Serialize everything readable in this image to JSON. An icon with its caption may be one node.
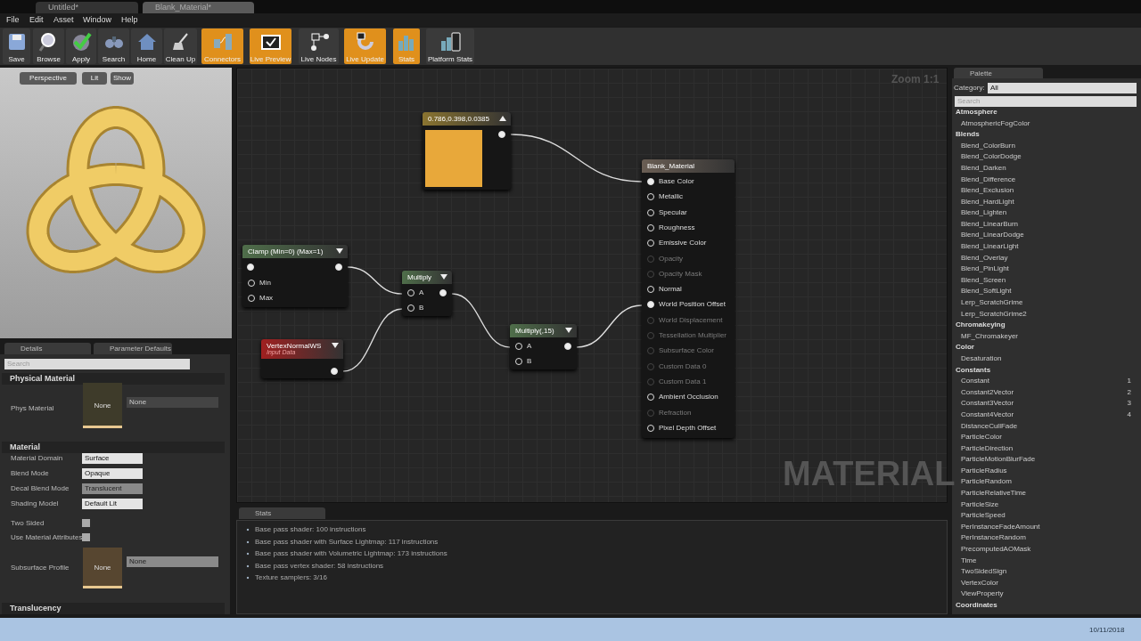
{
  "diagram": {
    "nodes": [
      {
        "text": [
          "0.786,0.398,0.0385"
        ]
      },
      {
        "text": [
          "Clamp (Min=0) (Max=1)",
          "Min",
          "Max"
        ]
      },
      {
        "text": [
          "Multiply",
          "A",
          "B"
        ]
      },
      {
        "text": [
          "VertexNormalWS",
          "Input Data"
        ]
      },
      {
        "text": [
          "Multiply(,15)",
          "A",
          "B"
        ]
      },
      {
        "text": [
          "Blank_Material",
          "Base Color",
          "Metallic",
          "Specular",
          "Roughness",
          "Emissive Color",
          "Opacity",
          "Opacity Mask",
          "Normal",
          "World Position Offset",
          "World Displacement",
          "Tessellation Multiplier",
          "Subsurface Color",
          "Custom Data 0",
          "Custom Data 1",
          "Ambient Occlusion",
          "Refraction",
          "Pixel Depth Offset"
        ]
      }
    ],
    "edges": [
      {
        "from": 0,
        "to": 5,
        "arrow": "none"
      },
      {
        "from": 1,
        "to": 2,
        "arrow": "none"
      },
      {
        "from": 3,
        "to": 2,
        "arrow": "none"
      },
      {
        "from": 2,
        "to": 4,
        "arrow": "none"
      },
      {
        "from": 4,
        "to": 5,
        "arrow": "none"
      }
    ],
    "labels": [
      "Untitled*",
      "Blank_Material*",
      "File",
      "Edit",
      "Asset",
      "Window",
      "Help",
      "Save",
      "Browse",
      "Apply",
      "Search",
      "Home",
      "Clean Up",
      "Connectors",
      "Live Preview",
      "Live Nodes",
      "Live Update",
      "Stats",
      "Platform Stats",
      "Perspective",
      "Lit",
      "Show",
      "Zoom 1:1",
      "MATERIAL",
      "Details",
      "Parameter Defaults",
      "Search",
      "Physical Material",
      "Phys Material",
      "None",
      "None",
      "Material",
      "Material Domain",
      "Surface",
      "Blend Mode",
      "Opaque",
      "Decal Blend Mode",
      "Translucent",
      "Shading Model",
      "Default Lit",
      "Two Sided",
      "Use Material Attributes",
      "Subsurface Profile",
      "None",
      "None",
      "Translucency",
      "Stats",
      "Base pass shader: 100 instructions",
      "Base pass shader with Surface Lightmap: 117 instructions",
      "Base pass shader with Volumetric Lightmap: 173 instructions",
      "Base pass vertex shader: 58 instructions",
      "Texture samplers: 3/16",
      "Palette",
      "Category:",
      "All",
      "Search",
      "Atmosphere",
      "AtmosphericFogColor",
      "Blends",
      "Blend_ColorBurn",
      "Blend_ColorDodge",
      "Blend_Darken",
      "Blend_Difference",
      "Blend_Exclusion",
      "Blend_HardLight",
      "Blend_Lighten",
      "Blend_LinearBurn",
      "Blend_LinearDodge",
      "Blend_LinearLight",
      "Blend_Overlay",
      "Blend_PinLight",
      "Blend_Screen",
      "Blend_SoftLight",
      "Lerp_ScratchGrime",
      "Lerp_ScratchGrime2",
      "Chromakeying",
      "MF_Chromakeyer",
      "Color",
      "Desaturation",
      "Constants",
      "Constant",
      "1",
      "Constant2Vector",
      "2",
      "Constant3Vector",
      "3",
      "Constant4Vector",
      "4",
      "DistanceCullFade",
      "ParticleColor",
      "ParticleDirection",
      "ParticleMotionBlurFade",
      "ParticleRadius",
      "ParticleRandom",
      "ParticleRelativeTime",
      "ParticleSize",
      "ParticleSpeed",
      "PerInstanceFadeAmount",
      "PerInstanceRandom",
      "PrecomputedAOMask",
      "Time",
      "TwoSidedSign",
      "VertexColor",
      "ViewProperty",
      "Coordinates",
      "10/11/2018"
    ]
  }
}
